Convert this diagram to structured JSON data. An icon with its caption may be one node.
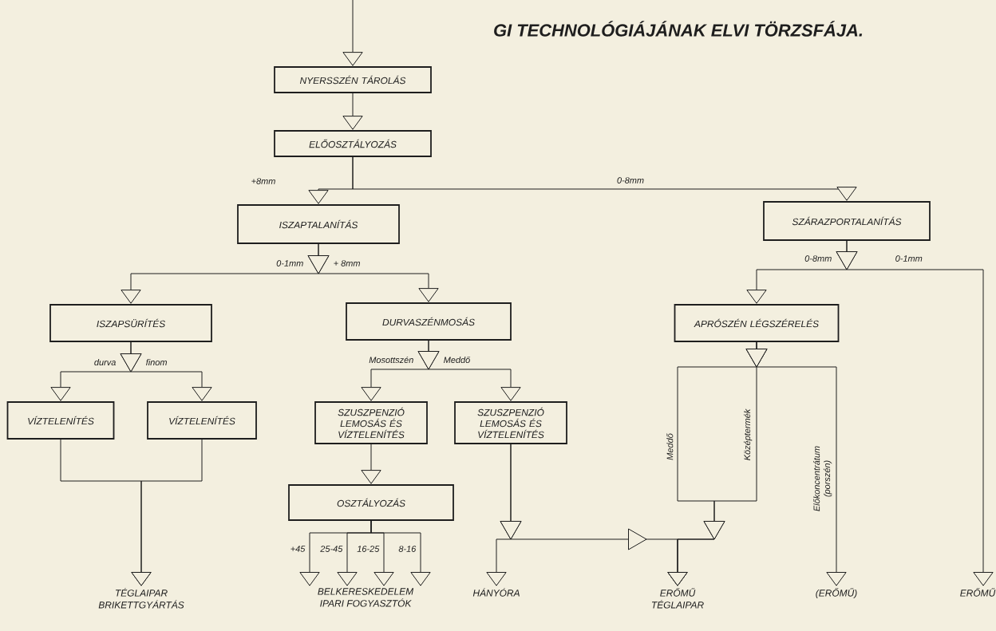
{
  "diagram": {
    "title": "GI TECHNOLÓGIÁJÁNAK ELVI TÖRZSFÁJA.",
    "nodes": [
      {
        "text": [
          "NYERSSZÉN TÁROLÁS"
        ]
      },
      {
        "text": [
          "ELŐOSZTÁLYOZÁS"
        ]
      },
      {
        "text": [
          "ISZAPTALANÍTÁS"
        ]
      },
      {
        "text": [
          "SZÁRAZPORTALANÍTÁS"
        ]
      },
      {
        "text": [
          "ISZAPSÜRÍTÉS"
        ]
      },
      {
        "text": [
          "DURVASZÉNMOSÁS"
        ]
      },
      {
        "text": [
          "APRÓSZÉN LÉGSZÉRELÉS"
        ]
      },
      {
        "text": [
          "VÍZTELENÍTÉS"
        ]
      },
      {
        "text": [
          "VÍZTELENÍTÉS"
        ]
      },
      {
        "text": [
          "SZUSZPENZIÓ LEMOSÁS ÉS VÍZTELENÍTÉS"
        ]
      },
      {
        "text": [
          "SZUSZPENZIÓ LEMOSÁS ÉS VÍZTELENÍTÉS"
        ]
      },
      {
        "text": [
          "OSZTÁLYOZÁS"
        ]
      },
      {
        "text": [
          "TÉGLAIPAR",
          "BRIKETTGYÁRTÁS"
        ]
      },
      {
        "text": [
          "BELKERESKEDELEM",
          "IPARI FOGYASZTÓK"
        ]
      },
      {
        "text": [
          "HÁNYÓRA"
        ]
      },
      {
        "text": [
          "ERŐMŰ",
          "TÉGLAIPAR"
        ]
      },
      {
        "text": [
          "(ERŐMŰ)"
        ]
      },
      {
        "text": [
          "ERŐMŰ"
        ]
      }
    ],
    "edges": [
      {
        "from": null,
        "to": 0,
        "arrow": "to"
      },
      {
        "from": 0,
        "to": 1,
        "arrow": "to"
      },
      {
        "from": 1,
        "to": 2,
        "arrow": "to",
        "label": "+8mm"
      },
      {
        "from": 1,
        "to": 3,
        "arrow": "to",
        "label": "0-8mm"
      },
      {
        "from": 2,
        "to": 4,
        "arrow": "to",
        "label": "0-1mm"
      },
      {
        "from": 2,
        "to": 5,
        "arrow": "to",
        "label": "+ 8mm"
      },
      {
        "from": 3,
        "to": 6,
        "arrow": "to",
        "label": "0-8mm"
      },
      {
        "from": 3,
        "to": 17,
        "arrow": "to",
        "label": "0-1mm"
      },
      {
        "from": 4,
        "to": 7,
        "arrow": "to",
        "label": "durva"
      },
      {
        "from": 4,
        "to": 8,
        "arrow": "to",
        "label": "finom"
      },
      {
        "from": 5,
        "to": 9,
        "arrow": "to",
        "label": "Mosottszén"
      },
      {
        "from": 5,
        "to": 10,
        "arrow": "to",
        "label": "Meddő"
      },
      {
        "from": 6,
        "to": 15,
        "arrow": "to",
        "label": "Meddő"
      },
      {
        "from": 6,
        "to": 15,
        "arrow": "to",
        "label": "Középtermék"
      },
      {
        "from": 6,
        "to": 16,
        "arrow": "to",
        "label": "Előkoncentrátum (porszén)"
      },
      {
        "from": 7,
        "to": 12,
        "arrow": "to"
      },
      {
        "from": 8,
        "to": 12,
        "arrow": "to"
      },
      {
        "from": 9,
        "to": 11,
        "arrow": "to"
      },
      {
        "from": 10,
        "to": 14,
        "arrow": "to"
      },
      {
        "from": 10,
        "to": 15,
        "arrow": "to"
      },
      {
        "from": 11,
        "to": 13,
        "arrow": "to",
        "label": "+45"
      },
      {
        "from": 11,
        "to": 13,
        "arrow": "to",
        "label": "25-45"
      },
      {
        "from": 11,
        "to": 13,
        "arrow": "to",
        "label": "16-25"
      },
      {
        "from": 11,
        "to": 13,
        "arrow": "to",
        "label": "8-16"
      }
    ]
  }
}
